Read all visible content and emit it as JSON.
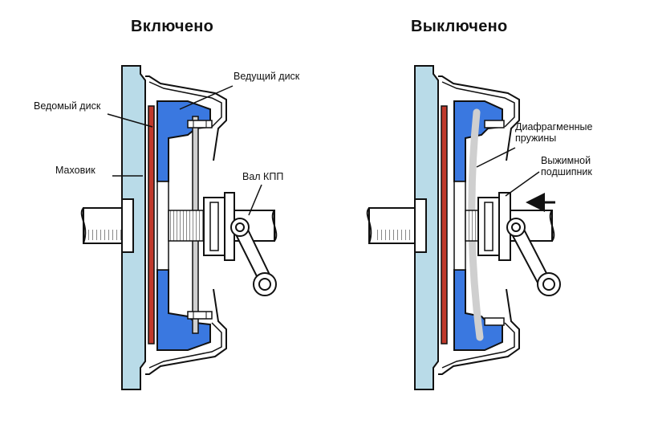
{
  "titles": {
    "engaged": "Включено",
    "disengaged": "Выключено"
  },
  "labels": {
    "drive_disc": "Ведущий диск",
    "driven_disc": "Ведомый диск",
    "flywheel": "Маховик",
    "gearbox_shaft": "Вал КПП",
    "diaphragm_springs_line1": "Диафрагменные",
    "diaphragm_springs_line2": "пружины",
    "release_bearing_line1": "Выжимной",
    "release_bearing_line2": "подшипник"
  },
  "colors": {
    "flywheel": "#b9dbe8",
    "pressure_plate": "#3a78e0",
    "friction_lining": "#c0392b",
    "outline": "#111111",
    "background": "#ffffff"
  }
}
